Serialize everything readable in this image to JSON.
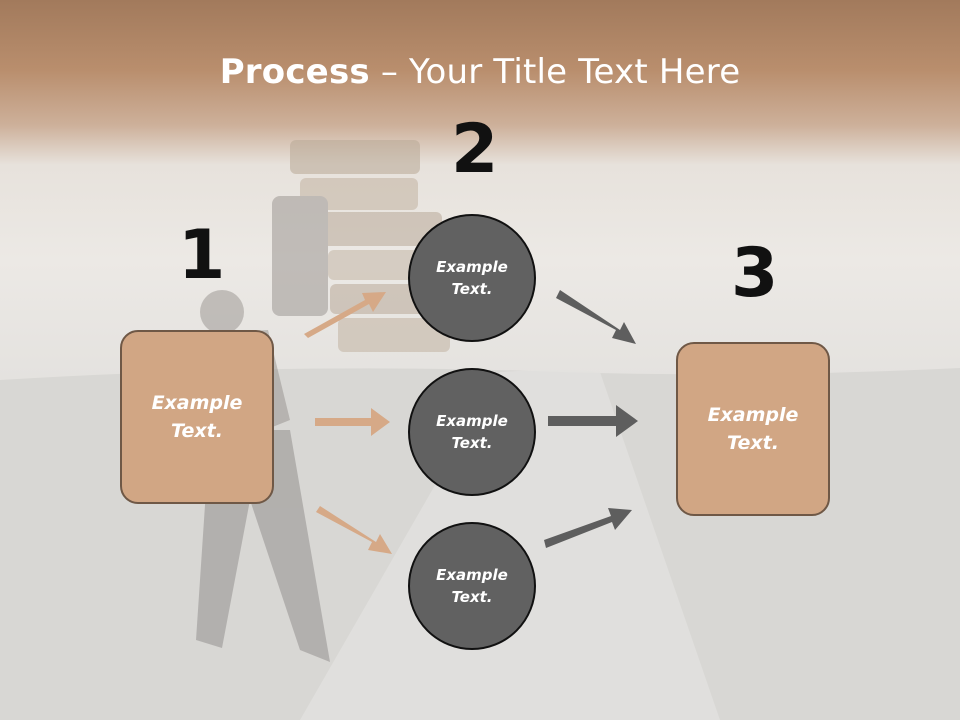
{
  "title": {
    "bold": "Process",
    "rest": " – Your Title Text Here"
  },
  "steps": [
    {
      "number": "1",
      "label": "Example\nText."
    },
    {
      "number": "2",
      "label": "Example\nText."
    },
    {
      "number": "3",
      "label": "Example\nText."
    }
  ],
  "middle_circles": [
    {
      "label": "Example\nText."
    },
    {
      "label": "Example\nText."
    },
    {
      "label": "Example\nText."
    }
  ],
  "colors": {
    "accent": "#d1a684",
    "circle": "#616161",
    "arrow_left": "#d6a987",
    "arrow_right": "#5e5e5e"
  }
}
